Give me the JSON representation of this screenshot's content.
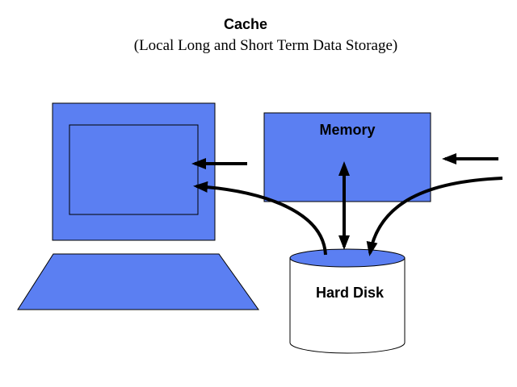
{
  "title": "Cache",
  "subtitle": "(Local Long and Short Term Data Storage)",
  "labels": {
    "memory": "Memory",
    "hard_disk": "Hard Disk"
  },
  "colors": {
    "fill": "#5b7ff2",
    "stroke": "#000000",
    "background": "#ffffff"
  }
}
